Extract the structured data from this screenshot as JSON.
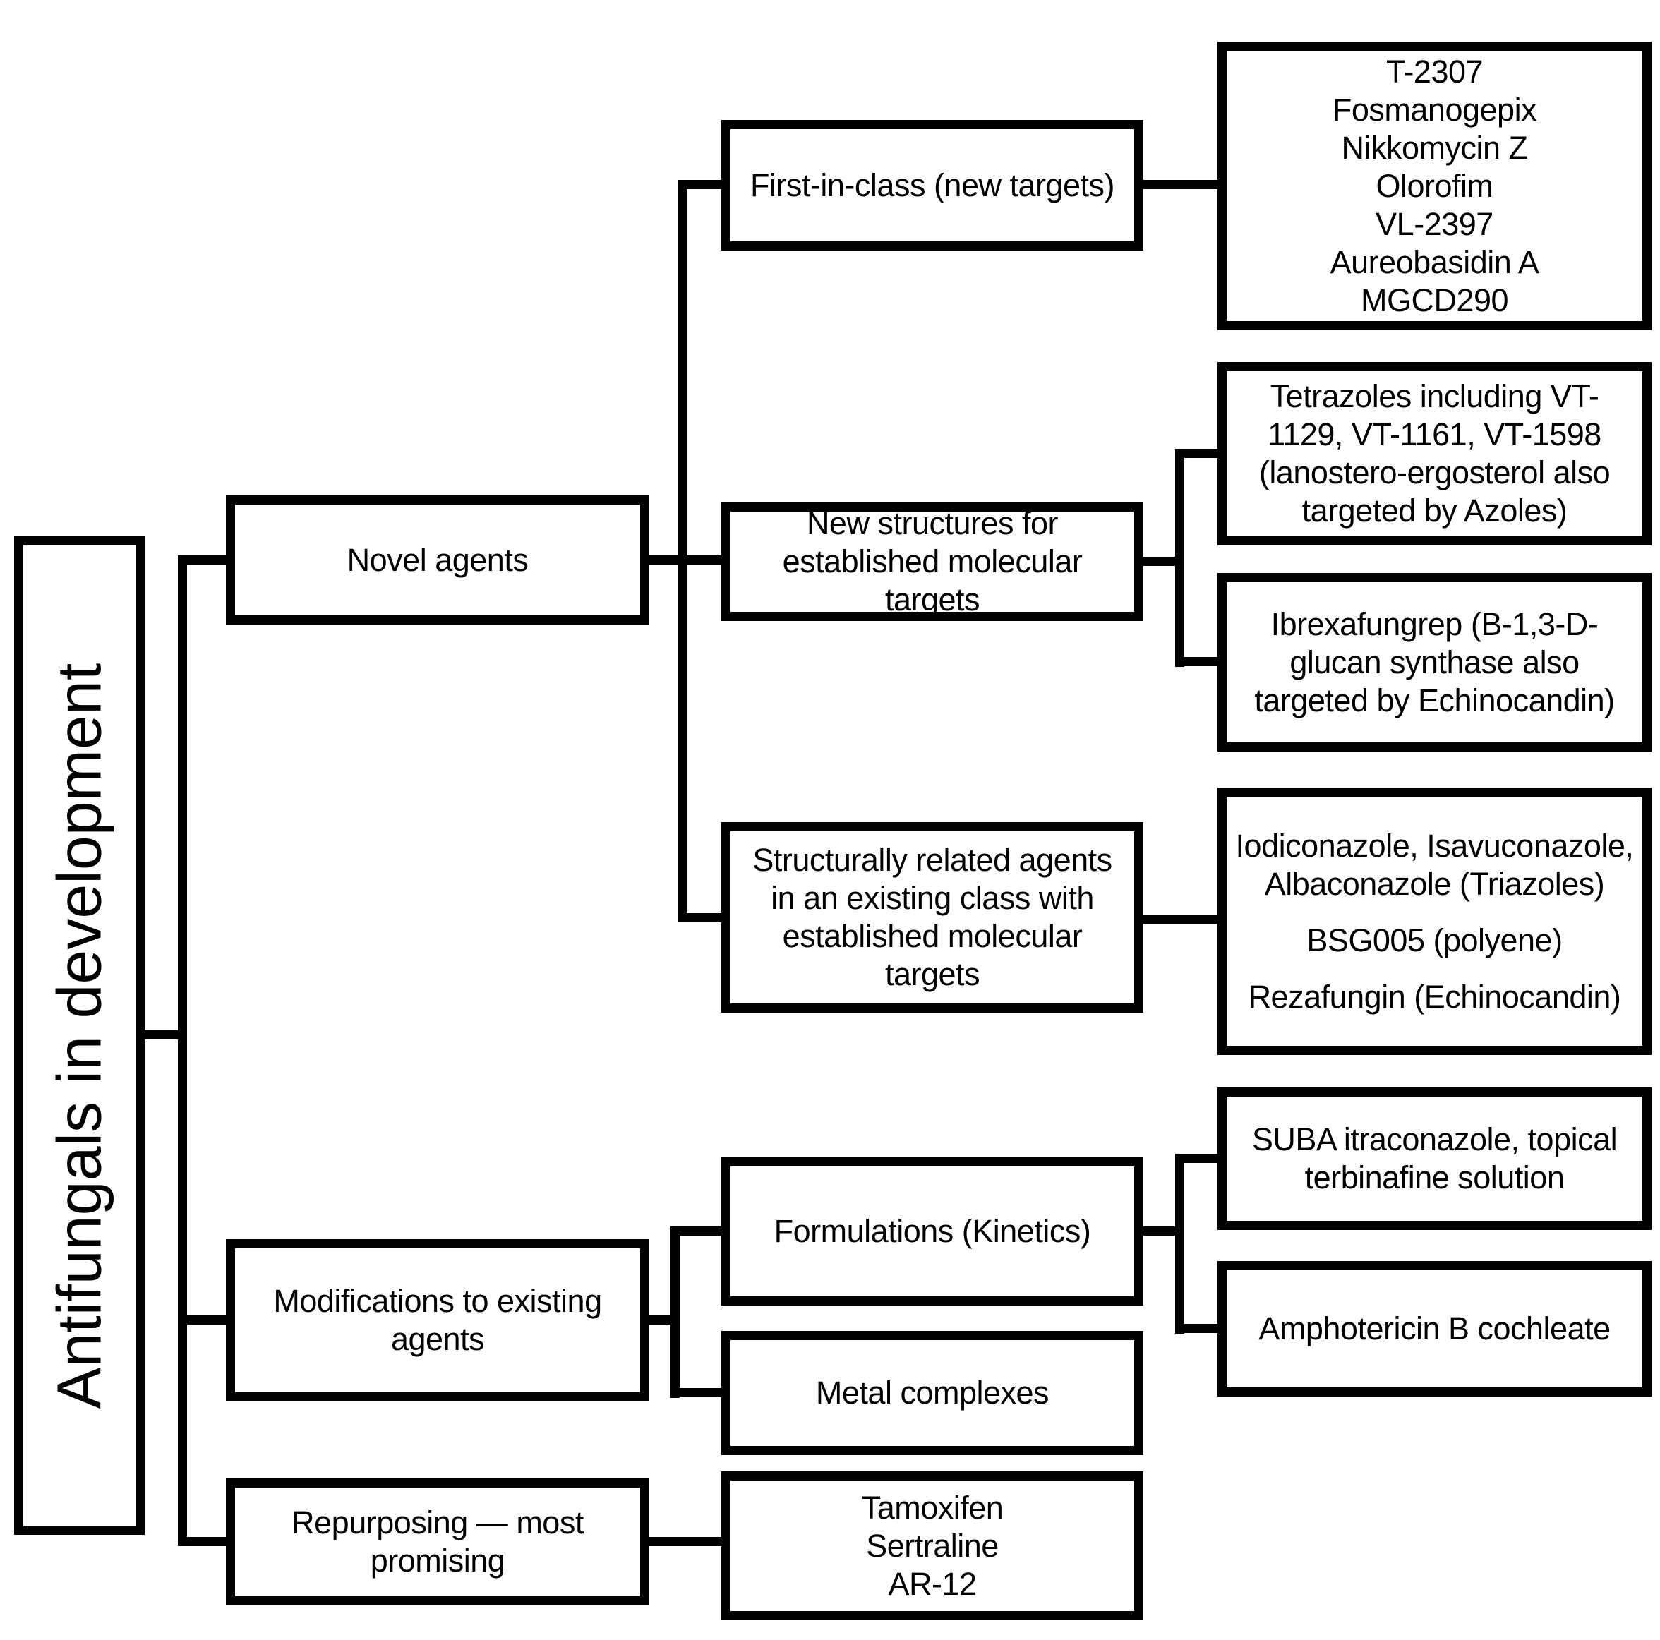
{
  "title": "Antifungals in development",
  "colors": {
    "line": "#000000",
    "text": "#000000",
    "box_fill": "#ffffff",
    "background": "#ffffff"
  },
  "boxes": {
    "root": {
      "label": "Antifungals in development"
    },
    "novel_agents": {
      "lines": [
        "Novel agents"
      ]
    },
    "modifications": {
      "lines": [
        "Modifications to existing",
        "agents"
      ]
    },
    "repurposing": {
      "lines": [
        "Repurposing — most",
        "promising"
      ]
    },
    "first_in_class": {
      "lines": [
        "First-in-class (new targets)"
      ]
    },
    "new_structures": {
      "lines": [
        "New structures for",
        "established molecular",
        "targets"
      ]
    },
    "structurally_related": {
      "lines": [
        "Structurally related agents",
        "in an existing class with",
        "established molecular",
        "targets"
      ]
    },
    "formulations": {
      "lines": [
        "Formulations (Kinetics)"
      ]
    },
    "metal_complexes": {
      "lines": [
        "Metal complexes"
      ]
    },
    "tamoxifen_list": {
      "lines": [
        "Tamoxifen",
        "Sertraline",
        "AR-12"
      ]
    },
    "first_in_class_agents": {
      "lines": [
        "T-2307",
        "Fosmanogepix",
        "Nikkomycin Z",
        "Olorofim",
        "VL-2397",
        "Aureobasidin A",
        "MGCD290"
      ]
    },
    "tetrazoles": {
      "lines": [
        "Tetrazoles including VT-",
        "1129, VT-1161, VT-1598",
        "(lanostero-ergosterol also",
        "targeted by Azoles)"
      ]
    },
    "ibrexafungrep": {
      "lines": [
        "Ibrexafungrep (B-1,3-D-",
        "glucan synthase also",
        "targeted by Echinocandin)"
      ]
    },
    "iodiconazole": {
      "groups": [
        {
          "lines": [
            "Iodiconazole, Isavuconazole,",
            "Albaconazole (Triazoles)"
          ]
        },
        {
          "lines": [
            "BSG005  (polyene)"
          ]
        },
        {
          "lines": [
            "Rezafungin (Echinocandin)"
          ]
        }
      ]
    },
    "suba": {
      "lines": [
        "SUBA itraconazole, topical",
        "terbinafine solution"
      ]
    },
    "amphotericin": {
      "lines": [
        "Amphotericin B cochleate"
      ]
    }
  },
  "hierarchy": {
    "root": [
      "novel_agents",
      "modifications",
      "repurposing"
    ],
    "novel_agents": [
      "first_in_class",
      "new_structures",
      "structurally_related"
    ],
    "first_in_class": [
      "first_in_class_agents"
    ],
    "new_structures": [
      "tetrazoles",
      "ibrexafungrep"
    ],
    "structurally_related": [
      "iodiconazole"
    ],
    "modifications": [
      "formulations",
      "metal_complexes"
    ],
    "formulations": [
      "suba",
      "amphotericin"
    ],
    "repurposing": [
      "tamoxifen_list"
    ]
  }
}
